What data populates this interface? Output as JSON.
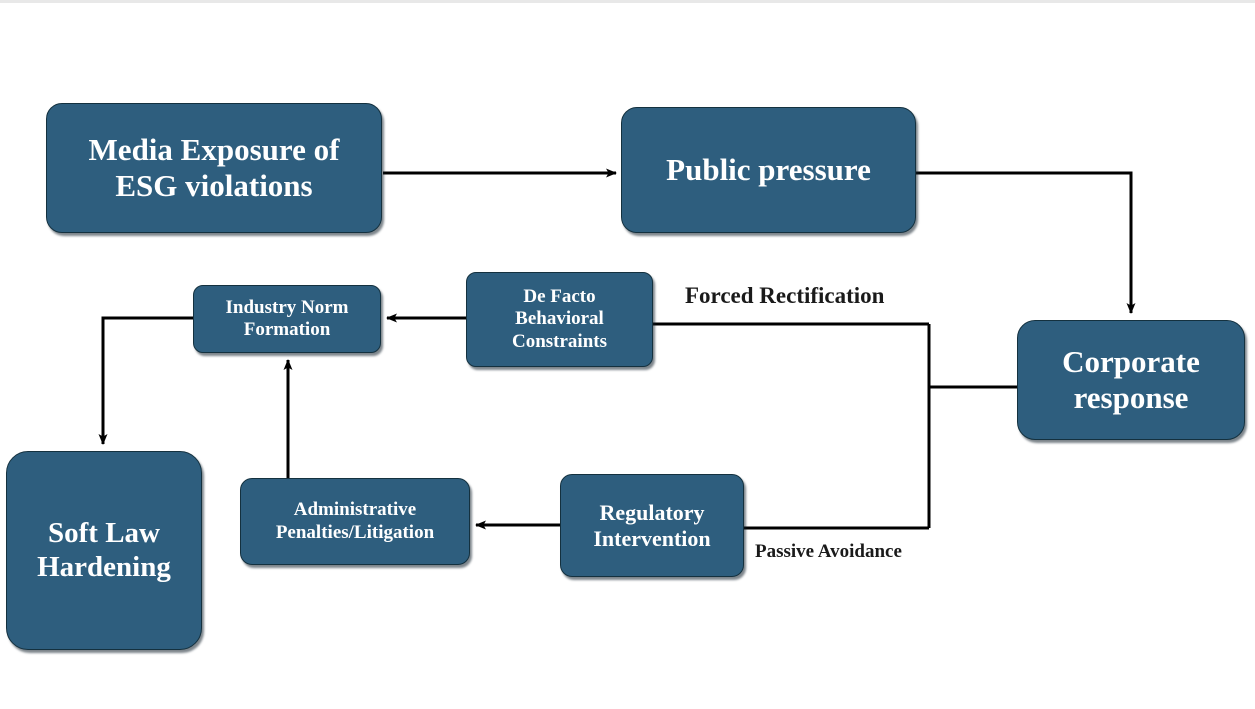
{
  "diagram": {
    "title_text": "",
    "colors": {
      "node_fill": "#2E5E7E",
      "node_border": "#14313F",
      "node_text": "#FFFFFF",
      "connector": "#000000",
      "label_text": "#1A1A1A",
      "background": "#FFFFFF"
    },
    "nodes": [
      {
        "id": "media-exposure",
        "label": "Media Exposure of\nESG violations"
      },
      {
        "id": "public-pressure",
        "label": "Public pressure"
      },
      {
        "id": "corporate-response",
        "label": "Corporate\nresponse"
      },
      {
        "id": "de-facto-constraints",
        "label": "De Facto\nBehavioral\nConstraints"
      },
      {
        "id": "industry-norm",
        "label": "Industry Norm\nFormation"
      },
      {
        "id": "soft-law-hardening",
        "label": "Soft Law\nHardening"
      },
      {
        "id": "administrative",
        "label": "Administrative\nPenalties/Litigation"
      },
      {
        "id": "regulatory",
        "label": "Regulatory\nIntervention"
      }
    ],
    "edge_labels": [
      {
        "id": "forced-rectification",
        "text": "Forced Rectification"
      },
      {
        "id": "passive-avoidance",
        "text": "Passive Avoidance"
      }
    ],
    "edges": [
      {
        "from": "media-exposure",
        "to": "public-pressure",
        "arrow": true
      },
      {
        "from": "public-pressure",
        "to": "corporate-response",
        "arrow": true
      },
      {
        "from": "corporate-response",
        "to": "de-facto-constraints",
        "arrow": false,
        "label": "forced-rectification"
      },
      {
        "from": "corporate-response",
        "to": "regulatory",
        "arrow": false,
        "label": "passive-avoidance"
      },
      {
        "from": "de-facto-constraints",
        "to": "industry-norm",
        "arrow": true
      },
      {
        "from": "industry-norm",
        "to": "soft-law-hardening",
        "arrow": true
      },
      {
        "from": "administrative",
        "to": "industry-norm",
        "arrow": true
      },
      {
        "from": "regulatory",
        "to": "administrative",
        "arrow": true
      }
    ]
  }
}
